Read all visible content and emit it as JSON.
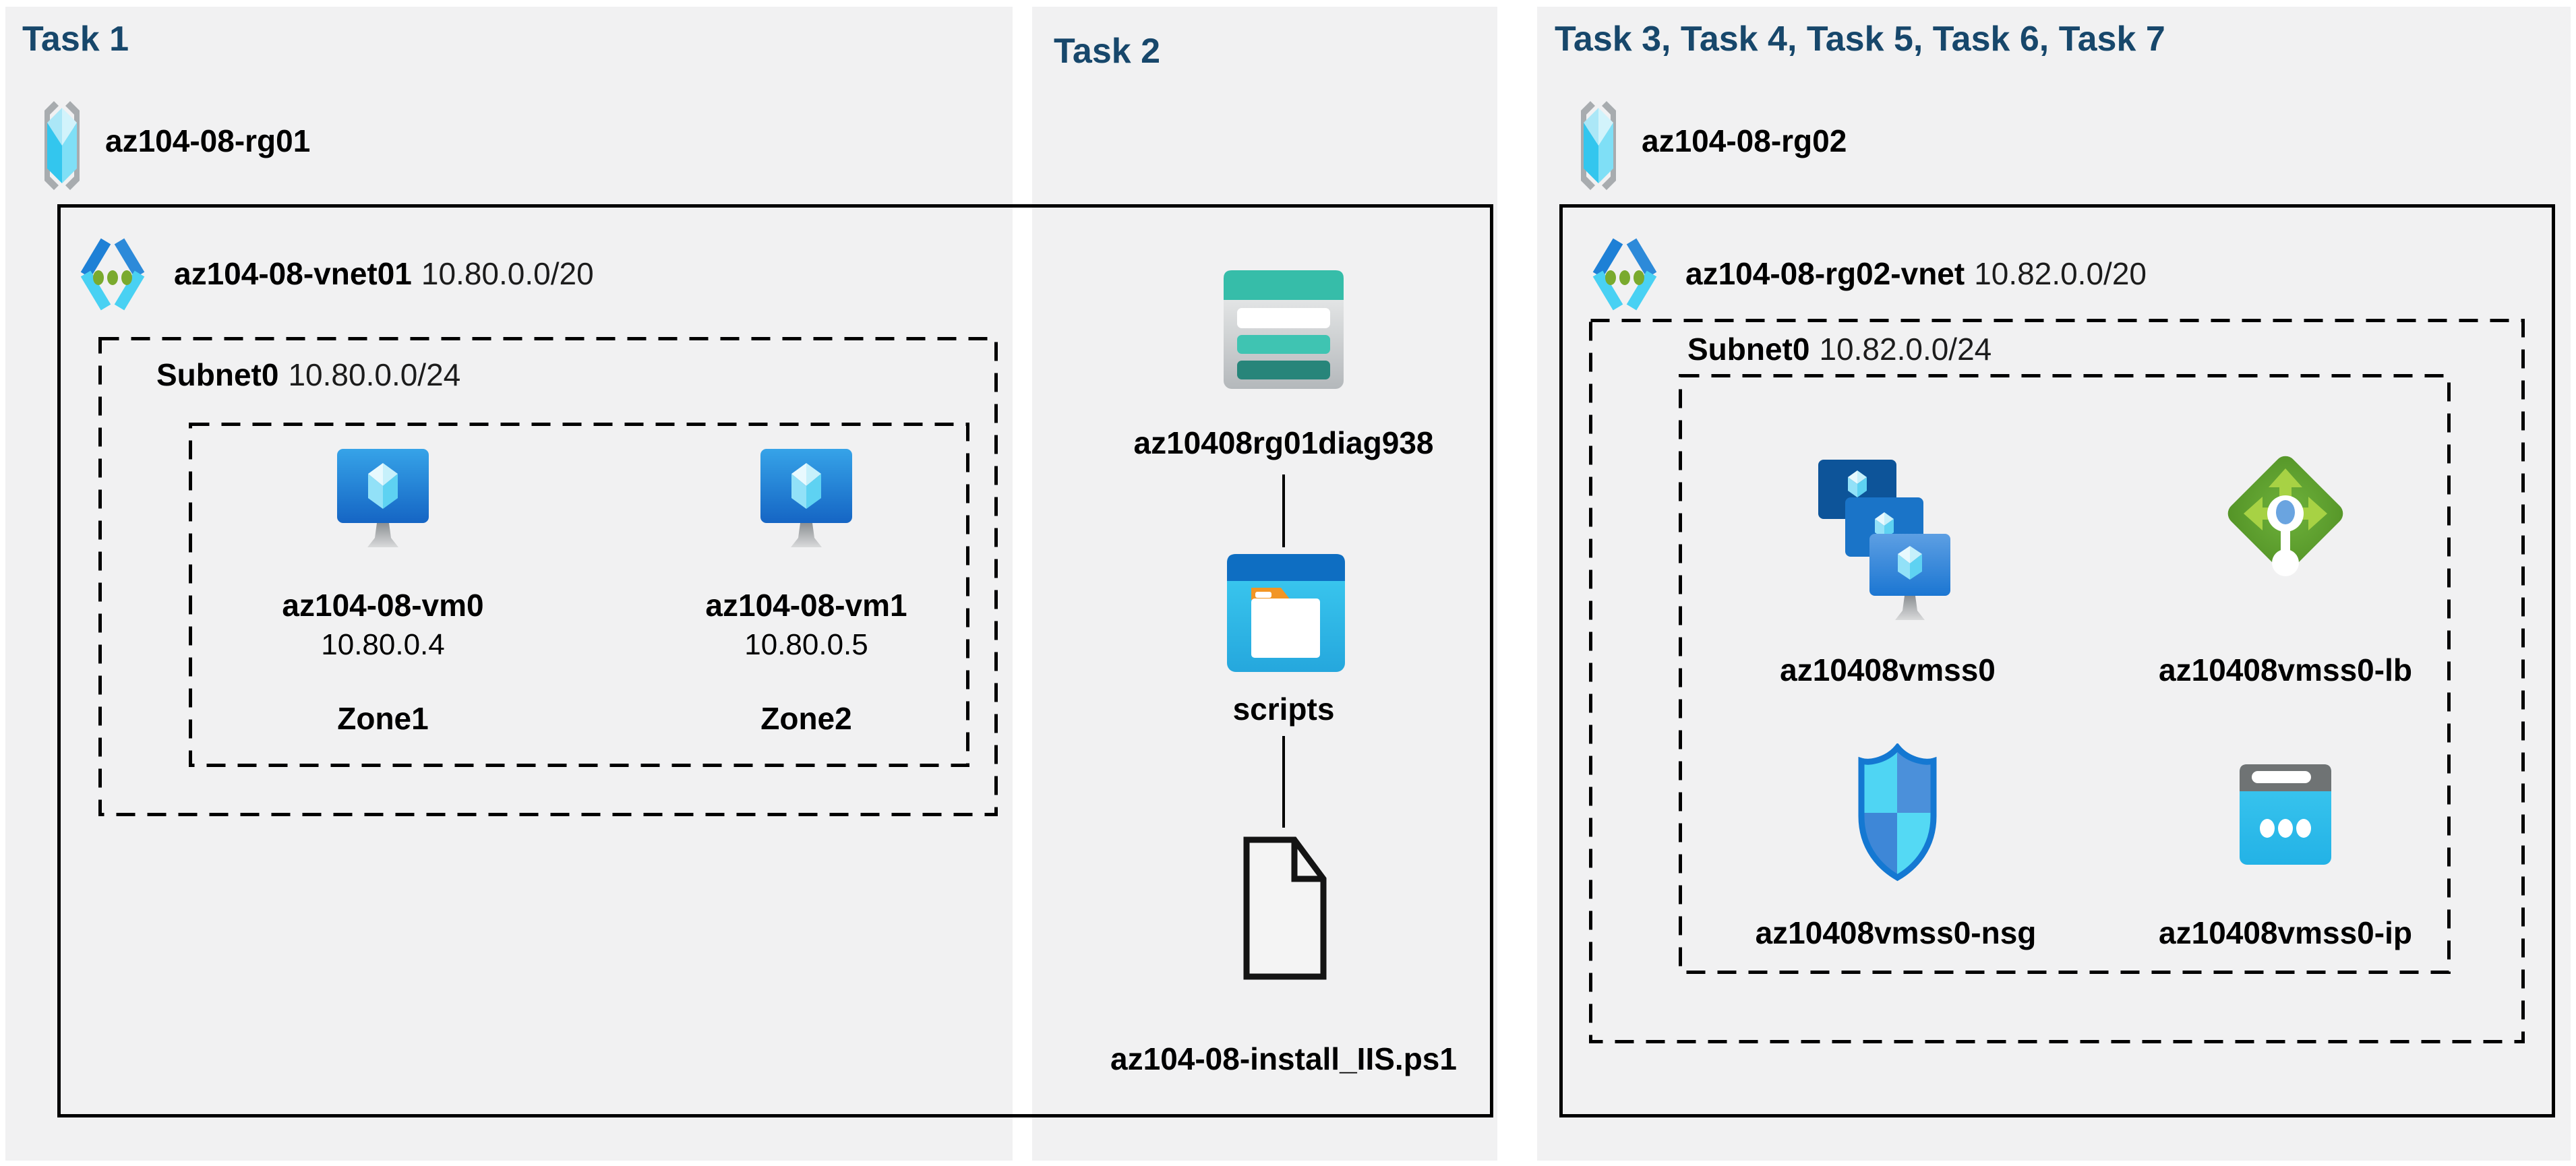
{
  "task1": {
    "title": "Task 1",
    "resource_group": "az104-08-rg01",
    "vnet": {
      "name": "az104-08-vnet01",
      "cidr": "10.80.0.0/20"
    },
    "subnet": {
      "name": "Subnet0",
      "cidr": "10.80.0.0/24"
    },
    "vms": [
      {
        "name": "az104-08-vm0",
        "ip": "10.80.0.4",
        "zone": "Zone1"
      },
      {
        "name": "az104-08-vm1",
        "ip": "10.80.0.5",
        "zone": "Zone2"
      }
    ]
  },
  "task2": {
    "title": "Task 2",
    "storage_account": "az10408rg01diag938",
    "container": "scripts",
    "file": "az104-08-install_IIS.ps1"
  },
  "task3": {
    "title": "Task 3, Task 4, Task 5, Task 6, Task 7",
    "resource_group": "az104-08-rg02",
    "vnet": {
      "name": "az104-08-rg02-vnet",
      "cidr": "10.82.0.0/20"
    },
    "subnet": {
      "name": "Subnet0",
      "cidr": "10.82.0.0/24"
    },
    "resources": {
      "vmss": "az10408vmss0",
      "load_balancer": "az10408vmss0-lb",
      "nsg": "az10408vmss0-nsg",
      "public_ip": "az10408vmss0-ip"
    }
  },
  "colors": {
    "title_text": "#17476B",
    "panel_bg": "#F1F1F2",
    "border": "#000000",
    "storage_teal": "#36BDA9",
    "lb_green": "#61A433",
    "nsg_blue": "#1478D2",
    "ip_cyan": "#35C4EE"
  }
}
